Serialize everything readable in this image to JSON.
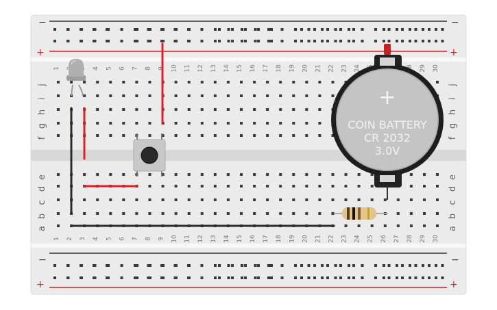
{
  "breadboard": {
    "columns": [
      "1",
      "2",
      "3",
      "4",
      "5",
      "6",
      "7",
      "8",
      "9",
      "10",
      "11",
      "12",
      "13",
      "14",
      "15",
      "16",
      "17",
      "18",
      "19",
      "20",
      "21",
      "22",
      "23",
      "24",
      "25",
      "26",
      "27",
      "28",
      "29",
      "30"
    ],
    "rows_top": [
      "j",
      "i",
      "h",
      "g",
      "f"
    ],
    "rows_bottom": [
      "e",
      "d",
      "c",
      "b",
      "a"
    ],
    "rail_minus": "−",
    "rail_plus": "+",
    "colors": {
      "board": "#ebebeb",
      "trench": "#d8d8d8",
      "hole": "#3a3a3a",
      "rail_red": "#cc2222",
      "rail_black": "#333333"
    }
  },
  "components": {
    "battery": {
      "lines": [
        "COIN BATTERY",
        "CR 2032",
        "3.0V"
      ],
      "symbol": "+"
    },
    "led": {
      "name": "led-icon"
    },
    "button": {
      "name": "pushbutton-icon"
    },
    "resistor": {
      "name": "resistor-icon"
    }
  },
  "wires": {
    "colors": {
      "red": "#e02020",
      "black": "#2b2b2b"
    }
  }
}
